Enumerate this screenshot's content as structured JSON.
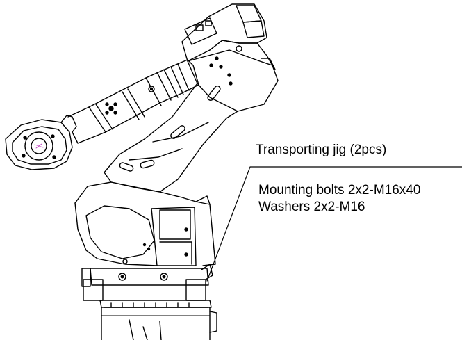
{
  "callouts": {
    "jig": "Transporting jig (2pcs)",
    "bolts": "Mounting bolts 2x2-M16x40",
    "washers": "Washers 2x2-M16"
  },
  "colors": {
    "line": "#000000",
    "background": "#ffffff"
  }
}
